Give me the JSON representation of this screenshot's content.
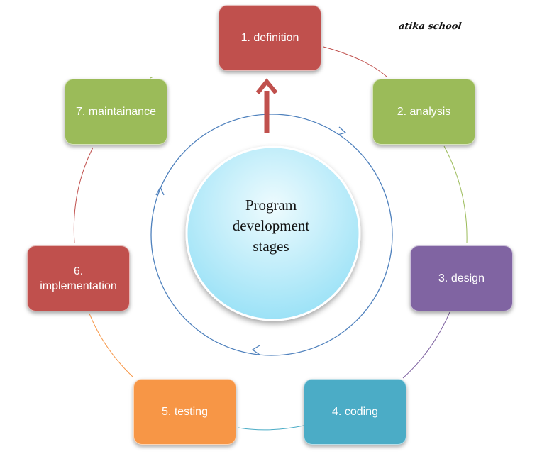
{
  "title": "Program development stages",
  "center": {
    "line1": "Program",
    "line2": "development",
    "line3": "stages"
  },
  "watermark": "atika school",
  "stages": [
    {
      "label": "1. definition",
      "color": "#c0504d"
    },
    {
      "label": "2. analysis",
      "color": "#9bbb59"
    },
    {
      "label": "3. design",
      "color": "#8064a2"
    },
    {
      "label": "4. coding",
      "color": "#4bacc6"
    },
    {
      "label": "5. testing",
      "color": "#f79646"
    },
    {
      "label": "6. implementation",
      "label_line1": "6.",
      "label_line2": "implementation",
      "color": "#c0504d"
    },
    {
      "label": "7. maintainance",
      "color": "#9bbb59"
    }
  ],
  "colors": {
    "cycle_ring": "#4f81bd",
    "center_fill_top": "#e4f8fd",
    "center_fill_bottom": "#9ee4f7",
    "center_stroke": "#ffffff",
    "up_arrow": "#c0504d"
  }
}
